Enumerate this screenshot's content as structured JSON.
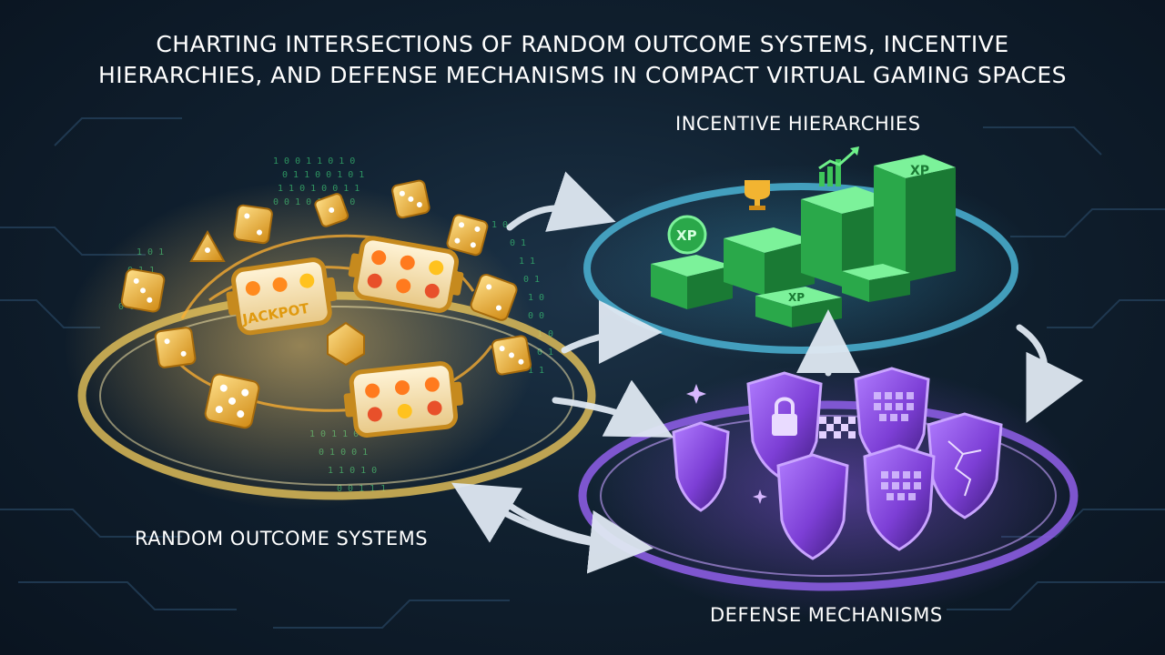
{
  "title": {
    "line1": "CHARTING INTERSECTIONS OF RANDOM OUTCOME SYSTEMS, INCENTIVE",
    "line2": "HIERARCHIES, AND DEFENSE MECHANISMS IN COMPACT VIRTUAL GAMING SPACES"
  },
  "nodes": {
    "incentive": "INCENTIVE HIERARCHIES",
    "random": "RANDOM OUTCOME SYSTEMS",
    "defense": "DEFENSE MECHANISMS"
  },
  "badges": {
    "xp": "XP",
    "jackpot": "JACKPOT"
  },
  "colors": {
    "random_ring": "#e8c45a",
    "incentive_ring": "#4bb3d4",
    "defense_ring": "#8a5ce0",
    "gold": "#f2b431",
    "green": "#3ec45a",
    "purple": "#7d3fd6"
  }
}
